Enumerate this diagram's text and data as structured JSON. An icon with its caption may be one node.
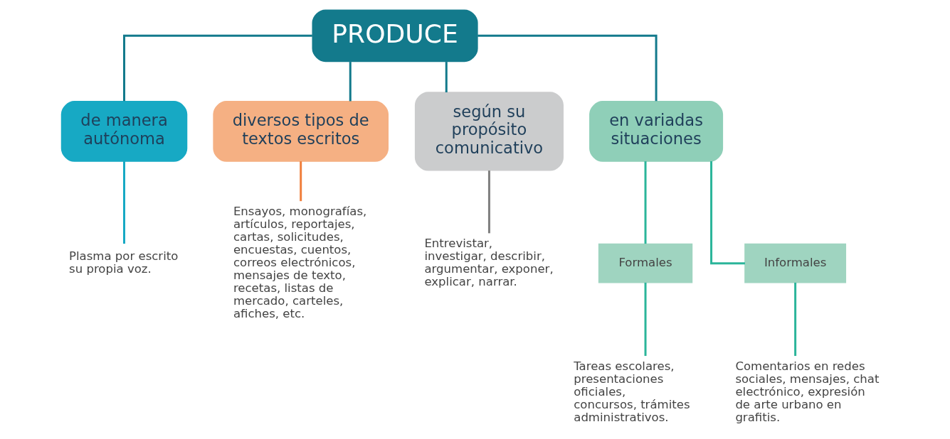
{
  "diagram": {
    "nodes": [
      {
        "text": [
          "PRODUCE"
        ]
      },
      {
        "text": [
          "de manera autónoma"
        ]
      },
      {
        "text": [
          "diversos tipos de textos escritos"
        ]
      },
      {
        "text": [
          "según su propósito comunicativo"
        ]
      },
      {
        "text": [
          "en variadas situaciones"
        ]
      },
      {
        "text": [
          "Plasma por escrito su propia voz."
        ]
      },
      {
        "text": [
          "Ensayos, monografías, artículos, reportajes, cartas, solicitudes, encuestas, cuentos, correos electrónicos, mensajes de texto, recetas, listas de mercado, carteles, afiches, etc."
        ]
      },
      {
        "text": [
          "Entrevistar, investigar, describir, argumentar, exponer, explicar, narrar."
        ]
      },
      {
        "text": [
          "Formales"
        ]
      },
      {
        "text": [
          "Informales"
        ]
      },
      {
        "text": [
          "Tareas escolares, presentaciones oficiales, concursos, trámites administrativos."
        ]
      },
      {
        "text": [
          "Comentarios en redes sociales, mensajes, chat electrónico, expresión de arte urbano en grafitis."
        ]
      }
    ],
    "edges": [
      {
        "from": 0,
        "to": 1,
        "arrow": "none",
        "color": "#137a8c"
      },
      {
        "from": 0,
        "to": 2,
        "arrow": "none",
        "color": "#137a8c"
      },
      {
        "from": 0,
        "to": 3,
        "arrow": "none",
        "color": "#137a8c"
      },
      {
        "from": 0,
        "to": 4,
        "arrow": "none",
        "color": "#137a8c"
      },
      {
        "from": 1,
        "to": 5,
        "arrow": "none",
        "color": "#17a9c4"
      },
      {
        "from": 2,
        "to": 6,
        "arrow": "none",
        "color": "#f07f3c"
      },
      {
        "from": 3,
        "to": 7,
        "arrow": "none",
        "color": "#7f7f7f"
      },
      {
        "from": 4,
        "to": 8,
        "arrow": "none",
        "color": "#2bb59a"
      },
      {
        "from": 4,
        "to": 9,
        "arrow": "none",
        "color": "#2bb59a"
      },
      {
        "from": 8,
        "to": 10,
        "arrow": "none",
        "color": "#2bb59a"
      },
      {
        "from": 9,
        "to": 11,
        "arrow": "none",
        "color": "#2bb59a"
      }
    ]
  }
}
